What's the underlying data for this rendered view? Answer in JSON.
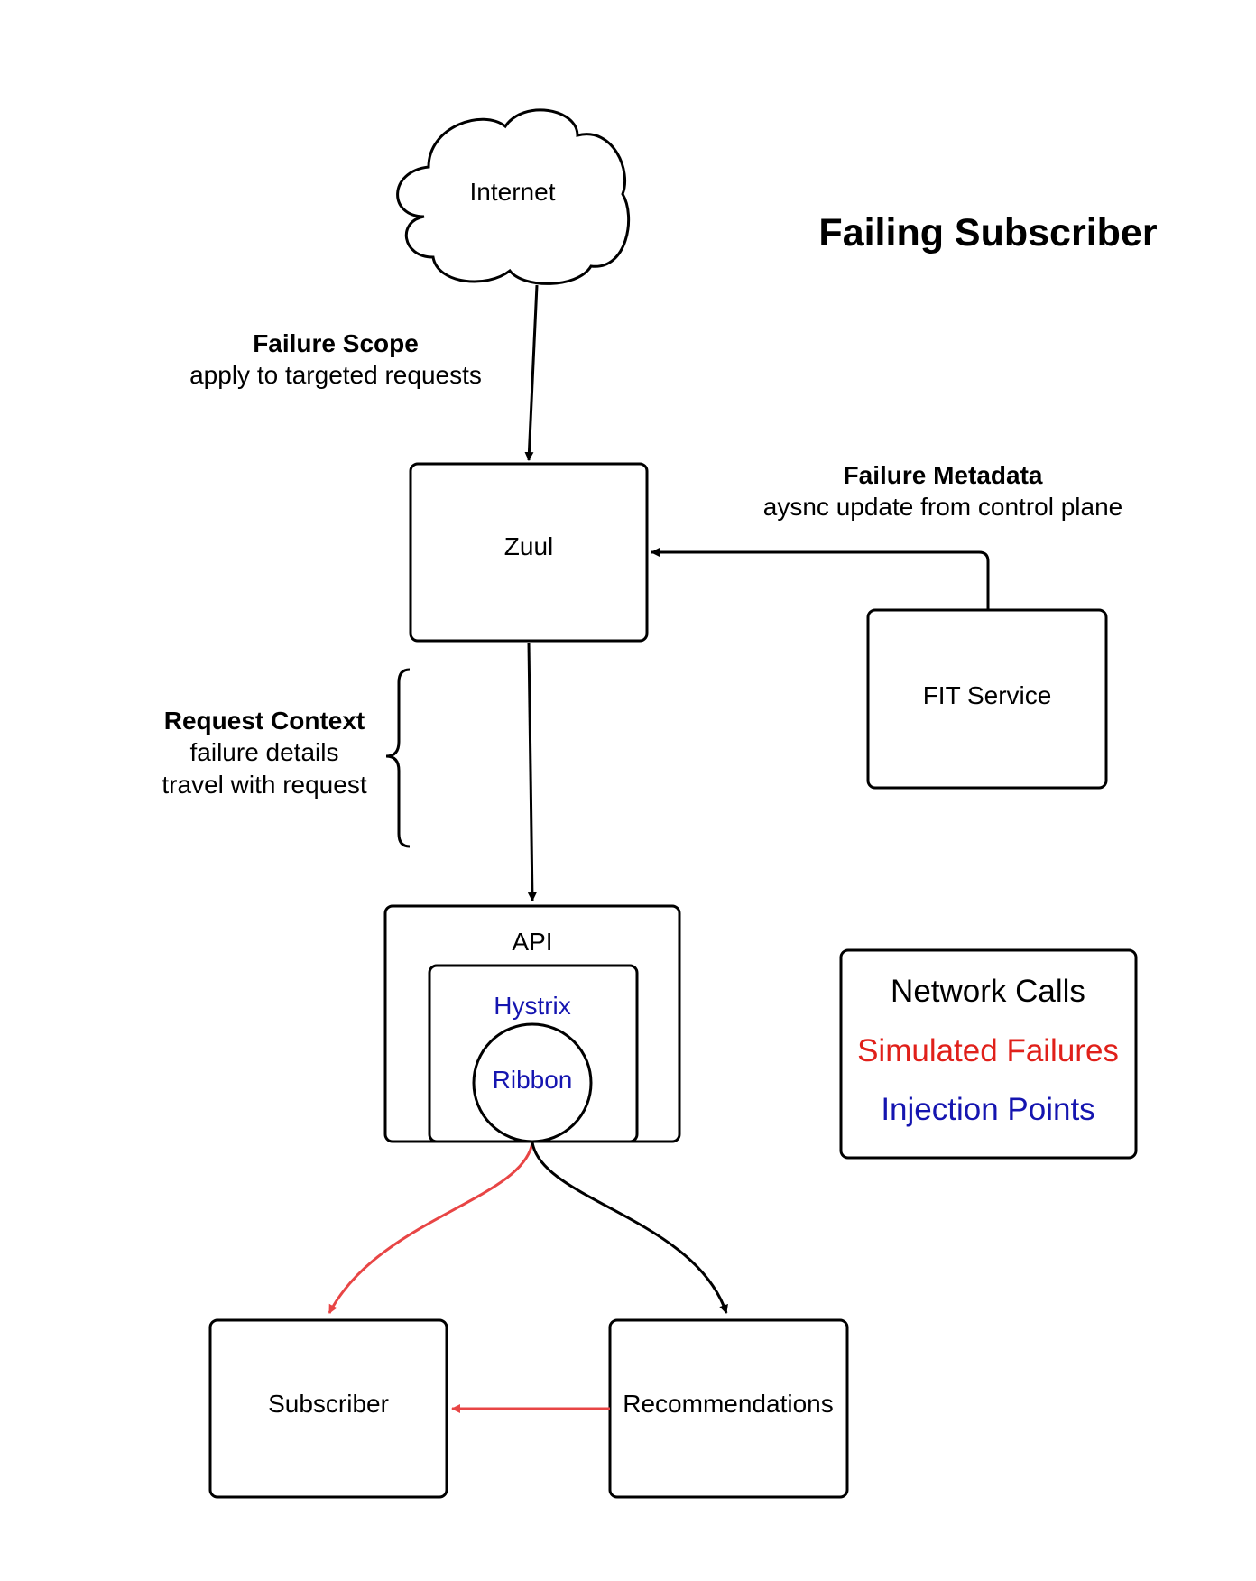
{
  "title": "Failing Subscriber",
  "nodes": {
    "internet": "Internet",
    "zuul": "Zuul",
    "fit_service": "FIT Service",
    "api": "API",
    "hystrix": "Hystrix",
    "ribbon": "Ribbon",
    "subscriber": "Subscriber",
    "recommendations": "Recommendations"
  },
  "annotations": {
    "failure_scope": {
      "heading": "Failure Scope",
      "text": "apply to targeted requests"
    },
    "failure_metadata": {
      "heading": "Failure Metadata",
      "text": "aysnc update from control plane"
    },
    "request_context": {
      "heading": "Request Context",
      "line1": "failure details",
      "line2": "travel with request"
    }
  },
  "legend": {
    "items": [
      {
        "label": "Network Calls",
        "color": "#000000"
      },
      {
        "label": "Simulated Failures",
        "color": "#e0201a"
      },
      {
        "label": "Injection Points",
        "color": "#1515b0"
      }
    ]
  },
  "colors": {
    "network_call": "#000000",
    "simulated_failure": "#e84545",
    "injection_point": "#1515b0"
  }
}
